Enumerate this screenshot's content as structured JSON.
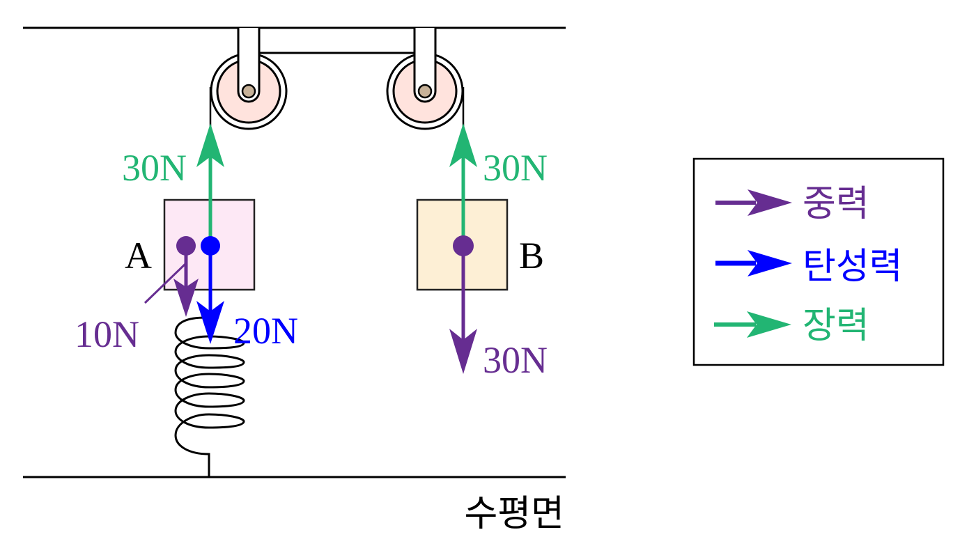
{
  "colors": {
    "gravity": "#662d91",
    "elastic": "#0000ff",
    "tension": "#22b573",
    "line": "#000000",
    "pulley_fill": "#ffe3dd",
    "axle_fill": "#c7b299",
    "block_a_fill": "#fde8f5",
    "block_b_fill": "#fdefd5"
  },
  "blocks": {
    "a": {
      "label": "A"
    },
    "b": {
      "label": "B"
    }
  },
  "forces": {
    "a_tension": "30N",
    "a_gravity": "10N",
    "a_elastic": "20N",
    "b_tension": "30N",
    "b_gravity": "30N"
  },
  "ground_label": "수평면",
  "legend": {
    "items": [
      {
        "label": "중력",
        "key": "gravity"
      },
      {
        "label": "탄성력",
        "key": "elastic"
      },
      {
        "label": "장력",
        "key": "tension"
      }
    ]
  }
}
